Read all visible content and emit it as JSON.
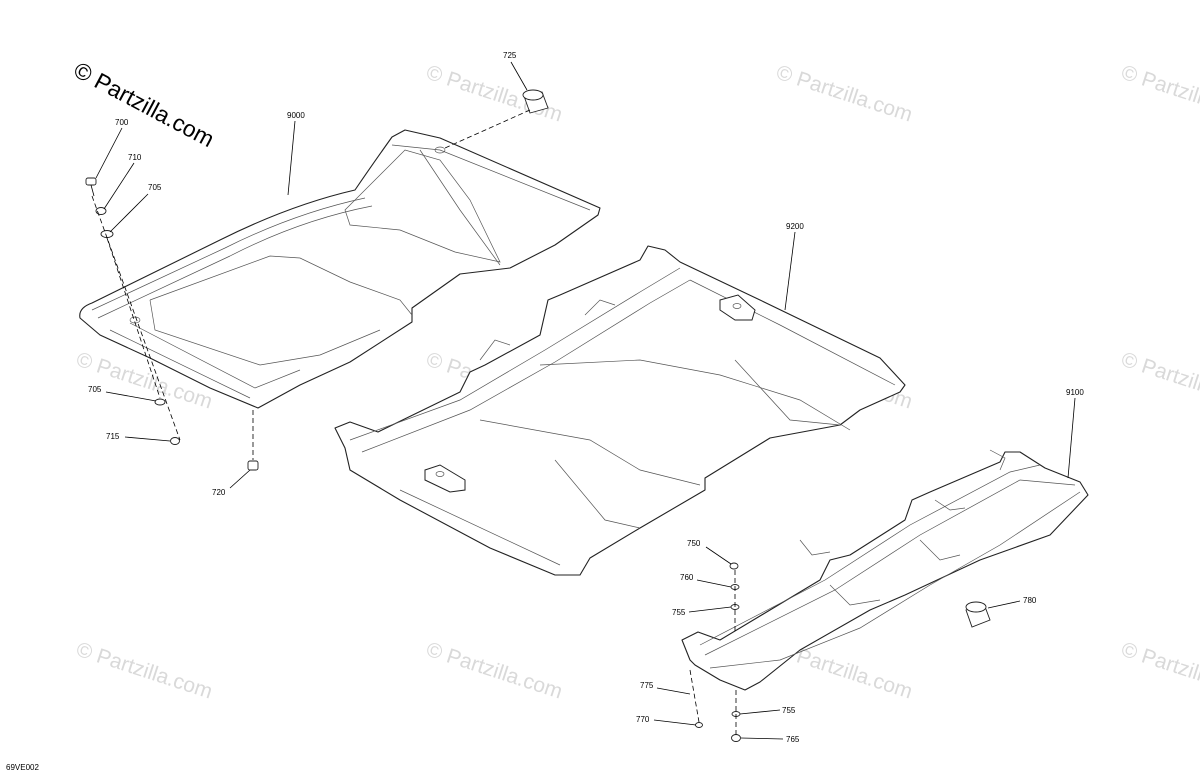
{
  "copyright_text": "© Partzilla.com",
  "watermark_text": "© Partzilla.com",
  "diagram_code": "69VE002",
  "callouts": {
    "p9000": "9000",
    "p9200": "9200",
    "p9100": "9100",
    "p700": "700",
    "p710": "710",
    "p705a": "705",
    "p705b": "705",
    "p715": "715",
    "p720": "720",
    "p725": "725",
    "p750": "750",
    "p760": "760",
    "p755a": "755",
    "p755b": "755",
    "p775": "775",
    "p770": "770",
    "p765": "765",
    "p780": "780"
  }
}
